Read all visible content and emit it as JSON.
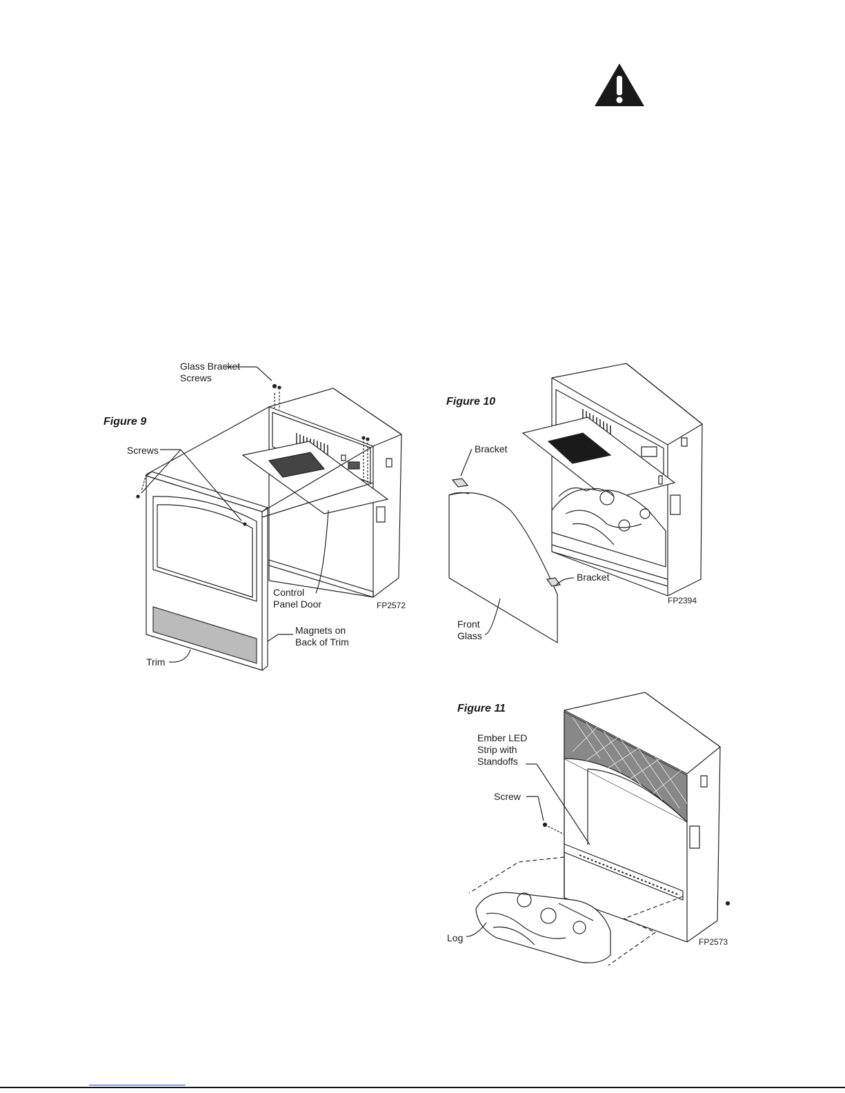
{
  "warning": {
    "icon": "warning-triangle-icon"
  },
  "figure9": {
    "title": "Figure 9",
    "code": "FP2572",
    "labels": {
      "glass_bracket_screws": [
        "Glass Bracket",
        "Screws"
      ],
      "screws": "Screws",
      "control_panel_door": [
        "Control",
        "Panel Door"
      ],
      "magnets": [
        "Magnets on",
        "Back of Trim"
      ],
      "trim": "Trim"
    }
  },
  "figure10": {
    "title": "Figure 10",
    "code": "FP2394",
    "labels": {
      "bracket_top": "Bracket",
      "bracket_bottom": "Bracket",
      "front_glass": [
        "Front",
        "Glass"
      ]
    }
  },
  "figure11": {
    "title": "Figure 11",
    "code": "FP2573",
    "labels": {
      "ember_led": [
        "Ember LED",
        "Strip with",
        "Standoffs"
      ],
      "screw": "Screw",
      "log": "Log"
    }
  }
}
